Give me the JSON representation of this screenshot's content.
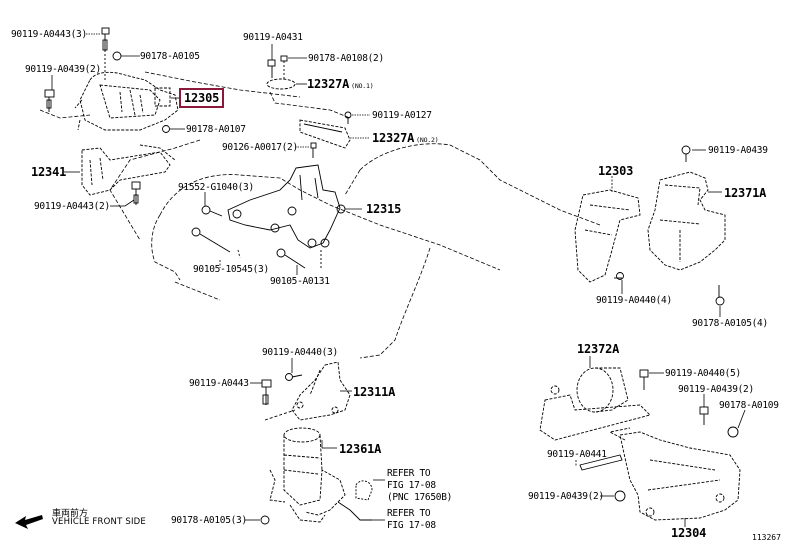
{
  "diagram": {
    "highlight_color": "#8b1a3a",
    "illustration_code": "113267",
    "direction_indicator": {
      "icon": "arrow-left-icon",
      "label_jp": "車両前方",
      "label_en": "VEHICLE FRONT SIDE"
    },
    "parts": [
      {
        "id": "p1",
        "label": "90119-A0443(3)"
      },
      {
        "id": "p2",
        "label": "90178-A0105"
      },
      {
        "id": "p3",
        "label": "90119-A0439(2)"
      },
      {
        "id": "p4",
        "label": "12305",
        "highlighted": true
      },
      {
        "id": "p5",
        "label": "90178-A0107"
      },
      {
        "id": "p6",
        "label": "90119-A0431"
      },
      {
        "id": "p7",
        "label": "90178-A0108(2)"
      },
      {
        "id": "p8",
        "label": "12327A",
        "note": "(NO.1)"
      },
      {
        "id": "p9",
        "label": "90119-A0127"
      },
      {
        "id": "p10",
        "label": "12327A",
        "note": "(NO.2)"
      },
      {
        "id": "p11",
        "label": "90126-A0017(2)"
      },
      {
        "id": "p12",
        "label": "12341"
      },
      {
        "id": "p13",
        "label": "90119-A0443(2)"
      },
      {
        "id": "p14",
        "label": "91552-G1040(3)"
      },
      {
        "id": "p15",
        "label": "12315"
      },
      {
        "id": "p16",
        "label": "90105-10545(3)"
      },
      {
        "id": "p17",
        "label": "90105-A0131"
      },
      {
        "id": "p18",
        "label": "90119-A0439"
      },
      {
        "id": "p19",
        "label": "12303"
      },
      {
        "id": "p20",
        "label": "12371A"
      },
      {
        "id": "p21",
        "label": "90119-A0440(4)"
      },
      {
        "id": "p22",
        "label": "90178-A0105(4)"
      },
      {
        "id": "p23",
        "label": "90119-A0440(3)"
      },
      {
        "id": "p24",
        "label": "90119-A0443"
      },
      {
        "id": "p25",
        "label": "12311A"
      },
      {
        "id": "p26",
        "label": "12361A"
      },
      {
        "id": "p27",
        "label": "90178-A0105(3)"
      },
      {
        "id": "p28",
        "label": "12372A"
      },
      {
        "id": "p29",
        "label": "90119-A0440(5)"
      },
      {
        "id": "p30",
        "label": "90119-A0439(2)"
      },
      {
        "id": "p31",
        "label": "90178-A0109"
      },
      {
        "id": "p32",
        "label": "90119-A0441"
      },
      {
        "id": "p33",
        "label": "90119-A0439(2)"
      },
      {
        "id": "p34",
        "label": "12304"
      }
    ],
    "references": [
      {
        "id": "r1",
        "text": "REFER TO\nFIG 17-08\n(PNC 17650B)"
      },
      {
        "id": "r2",
        "text": "REFER TO\nFIG 17-08"
      }
    ]
  }
}
